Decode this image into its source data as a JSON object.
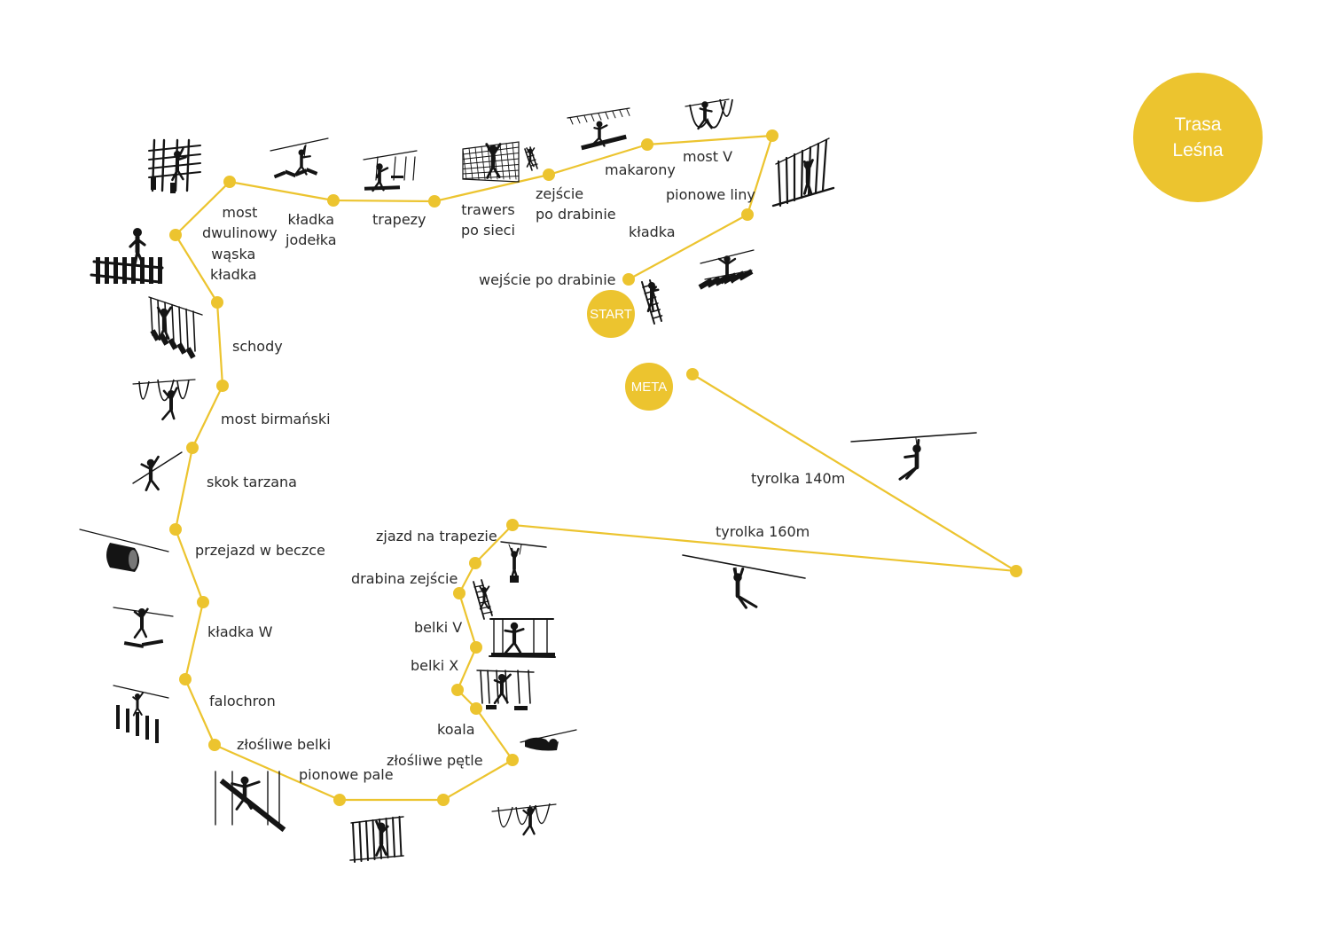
{
  "route_badge": {
    "line1": "Trasa",
    "line2": "Leśna"
  },
  "start_label": "START",
  "finish_label": "META",
  "colors": {
    "accent": "#ecc42f",
    "route_line": "#ecc42f",
    "silhouette": "#141414",
    "text": "#2a2a2a"
  },
  "obstacles": [
    {
      "id": "wejscie",
      "label": "wejście po drabinie",
      "icon": "ladder-climb-icon"
    },
    {
      "id": "kladka-top",
      "label": "kładka",
      "icon": "rope-bridge-icon"
    },
    {
      "id": "pionowe-liny-top",
      "label": "pionowe liny",
      "icon": "vertical-ropes-icon"
    },
    {
      "id": "most-v",
      "label": "most V",
      "icon": "v-bridge-icon"
    },
    {
      "id": "makarony",
      "label": "makarony",
      "icon": "hanging-loops-icon"
    },
    {
      "id": "zejscie",
      "label": "zejście\npo drabinie",
      "icon": "ladder-descent-icon"
    },
    {
      "id": "trawers",
      "label": "trawers\npo sieci",
      "icon": "net-traverse-icon"
    },
    {
      "id": "trapezy",
      "label": "trapezy",
      "icon": "trapeze-icon"
    },
    {
      "id": "jodelka",
      "label": "kładka\njodełka",
      "icon": "herringbone-bridge-icon"
    },
    {
      "id": "dwulinowy",
      "label": "most\ndwulinowy",
      "icon": "two-rope-bridge-icon"
    },
    {
      "id": "waska",
      "label": "wąska\nkładka",
      "icon": "narrow-bridge-icon"
    },
    {
      "id": "schody",
      "label": "schody",
      "icon": "stairs-icon"
    },
    {
      "id": "birmanski",
      "label": "most birmański",
      "icon": "burma-bridge-icon"
    },
    {
      "id": "tarzana",
      "label": "skok tarzana",
      "icon": "tarzan-swing-icon"
    },
    {
      "id": "beczka",
      "label": "przejazd w beczce",
      "icon": "barrel-icon"
    },
    {
      "id": "kladka-w",
      "label": "kładka W",
      "icon": "w-bridge-icon"
    },
    {
      "id": "falochron",
      "label": "falochron",
      "icon": "breakwater-icon"
    },
    {
      "id": "zlosliwe-belki",
      "label": "złośliwe belki",
      "icon": "tricky-beams-icon"
    },
    {
      "id": "pionowe-pale",
      "label": "pionowe pale",
      "icon": "vertical-poles-icon"
    },
    {
      "id": "zlosliwe-petle",
      "label": "złośliwe pętle",
      "icon": "tricky-loops-icon"
    },
    {
      "id": "koala",
      "label": "koala",
      "icon": "koala-crawl-icon"
    },
    {
      "id": "belki-x",
      "label": "belki X",
      "icon": "x-beams-icon"
    },
    {
      "id": "belki-v",
      "label": "belki V",
      "icon": "v-beams-icon"
    },
    {
      "id": "drabina-zejscie",
      "label": "drabina zejście",
      "icon": "ladder-down-icon"
    },
    {
      "id": "zjazd-trapez",
      "label": "zjazd na trapezie",
      "icon": "trapeze-slide-icon"
    },
    {
      "id": "tyrolka-160",
      "label": "tyrolka 160m",
      "icon": "zipline-icon"
    },
    {
      "id": "tyrolka-140",
      "label": "tyrolka 140m",
      "icon": "zipline-icon"
    }
  ]
}
